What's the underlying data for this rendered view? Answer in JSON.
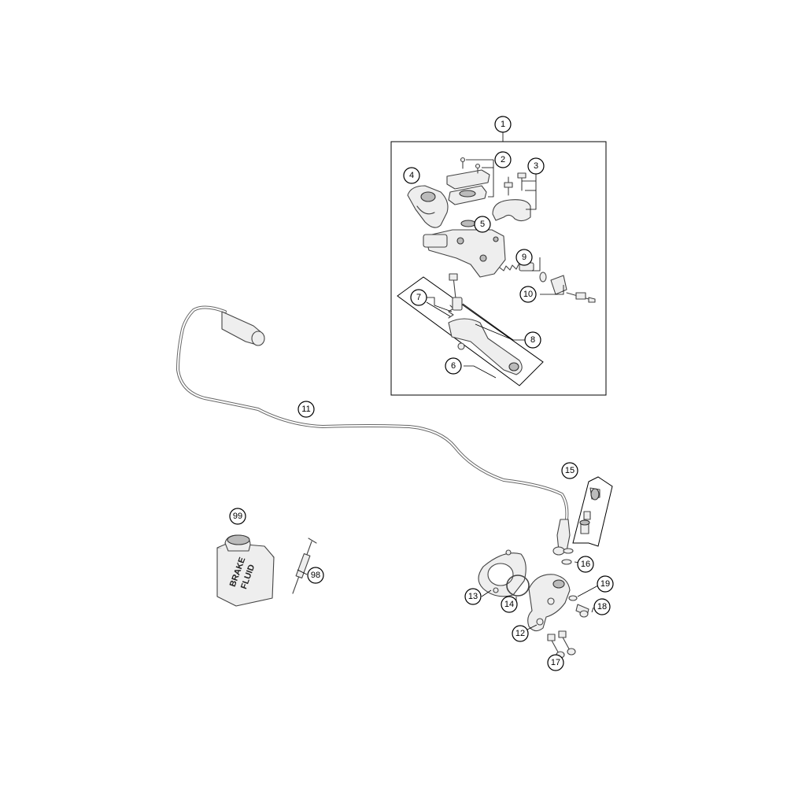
{
  "parts": [
    {
      "id": "1",
      "label": "1"
    },
    {
      "id": "2",
      "label": "2"
    },
    {
      "id": "3",
      "label": "3"
    },
    {
      "id": "4",
      "label": "4"
    },
    {
      "id": "5",
      "label": "5"
    },
    {
      "id": "6",
      "label": "6"
    },
    {
      "id": "7",
      "label": "7"
    },
    {
      "id": "8",
      "label": "8"
    },
    {
      "id": "9",
      "label": "9"
    },
    {
      "id": "10",
      "label": "10"
    },
    {
      "id": "11",
      "label": "11"
    },
    {
      "id": "12",
      "label": "12"
    },
    {
      "id": "13",
      "label": "13"
    },
    {
      "id": "14",
      "label": "14"
    },
    {
      "id": "15",
      "label": "15"
    },
    {
      "id": "16",
      "label": "16"
    },
    {
      "id": "17",
      "label": "17"
    },
    {
      "id": "18",
      "label": "18"
    },
    {
      "id": "19",
      "label": "19"
    },
    {
      "id": "98",
      "label": "98"
    },
    {
      "id": "99",
      "label": "99"
    }
  ],
  "fluid_bottle": {
    "label_line1": "BRAKE",
    "label_line2": "FLUID"
  }
}
